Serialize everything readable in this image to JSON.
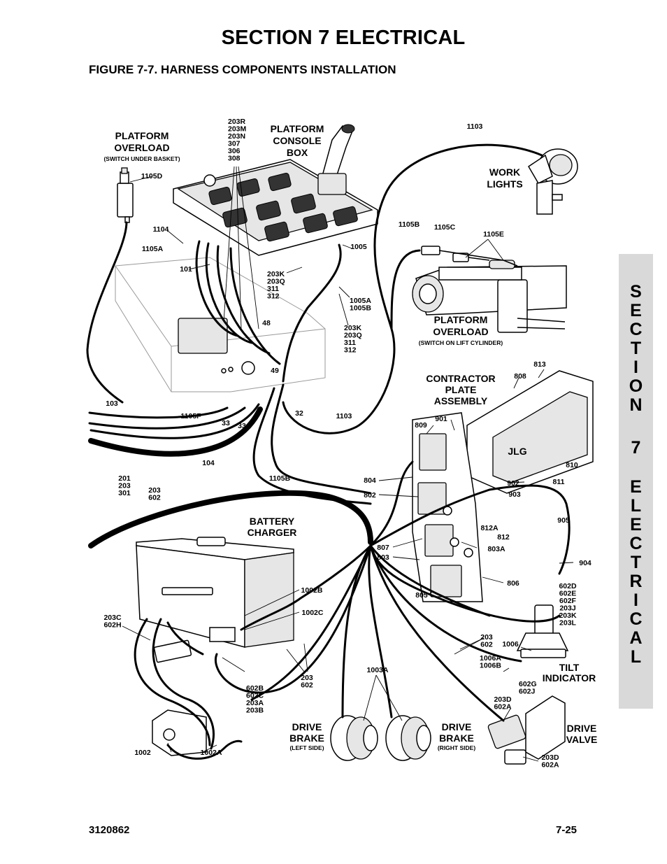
{
  "header": {
    "section_title": "SECTION 7  ELECTRICAL",
    "figure_title": "FIGURE 7-7.    HARNESS COMPONENTS INSTALLATION"
  },
  "side_tab": {
    "letters": [
      "S",
      "E",
      "C",
      "T",
      "I",
      "O",
      "N",
      "7",
      "E",
      "L",
      "E",
      "C",
      "T",
      "R",
      "I",
      "C",
      "A",
      "L"
    ]
  },
  "footer": {
    "doc_number": "3120862",
    "page_number": "7-25"
  },
  "callouts": {
    "platform_overload_top": [
      "PLATFORM",
      "OVERLOAD"
    ],
    "platform_overload_top_note": "(SWITCH UNDER BASKET)",
    "platform_console_box": [
      "PLATFORM",
      "CONSOLE",
      "BOX"
    ],
    "console_wire_stack": [
      "203R",
      "203M",
      "203N",
      "307",
      "306",
      "308"
    ],
    "work_lights": [
      "WORK",
      "LIGHTS"
    ],
    "platform_overload_cyl": [
      "PLATFORM",
      "OVERLOAD"
    ],
    "platform_overload_cyl_note": "(SWITCH ON LIFT CYLINDER)",
    "contractor_plate_assembly": [
      "CONTRACTOR",
      "PLATE",
      "ASSEMBLY"
    ],
    "battery_charger": [
      "BATTERY",
      "CHARGER"
    ],
    "tilt_indicator": [
      "TILT",
      "INDICATOR"
    ],
    "drive_brake_left": [
      "DRIVE",
      "BRAKE"
    ],
    "drive_brake_left_note": "(LEFT SIDE)",
    "drive_brake_right": [
      "DRIVE",
      "BRAKE"
    ],
    "drive_brake_right_note": "(RIGHT SIDE)",
    "drive_valve": [
      "DRIVE",
      "VALVE"
    ],
    "stack_203k_a": [
      "203K",
      "203Q",
      "311",
      "312"
    ],
    "stack_1005": [
      "1005A",
      "1005B"
    ],
    "stack_203k_b": [
      "203K",
      "203Q",
      "311",
      "312"
    ],
    "stack_201": [
      "201",
      "203",
      "301"
    ],
    "stack_203_602": [
      "203",
      "602"
    ],
    "stack_203c": [
      "203C",
      "602H"
    ],
    "stack_602b": [
      "602B",
      "602C",
      "203A",
      "203B"
    ],
    "stack_203_602_low": [
      "203",
      "602"
    ],
    "stack_203_602_right": [
      "203",
      "602"
    ],
    "stack_1006": [
      "1006A",
      "1006B"
    ],
    "stack_602g": [
      "602G",
      "602J"
    ],
    "stack_602d": [
      "602D",
      "602E",
      "602F",
      "203J",
      "203K",
      "203L"
    ],
    "stack_203d_top": [
      "203D",
      "602A"
    ],
    "stack_203d_bottom": [
      "203D",
      "602A"
    ],
    "logo": "JLG",
    "labels": {
      "l_1105d": "1105D",
      "l_1104": "1104",
      "l_1105a": "1105A",
      "l_101": "101",
      "l_1103_top": "1103",
      "l_1105b_top": "1105B",
      "l_1105c": "1105C",
      "l_1105e": "1105E",
      "l_1005": "1005",
      "l_48": "48",
      "l_49": "49",
      "l_103": "103",
      "l_1105f": "1105F",
      "l_33a": "33",
      "l_33b": "33",
      "l_32": "32",
      "l_1103_mid": "1103",
      "l_104": "104",
      "l_1105b_bot": "1105B",
      "l_808": "808",
      "l_813": "813",
      "l_809": "809",
      "l_901": "901",
      "l_810": "810",
      "l_804": "804",
      "l_902": "902",
      "l_811": "811",
      "l_802": "802",
      "l_903": "903",
      "l_812a": "812A",
      "l_905": "905",
      "l_812": "812",
      "l_807": "807",
      "l_803a": "803A",
      "l_803": "803",
      "l_904": "904",
      "l_806": "806",
      "l_805": "805",
      "l_1002b": "1002B",
      "l_1002c": "1002C",
      "l_1006": "1006",
      "l_1003a": "1003A",
      "l_1002": "1002",
      "l_1002a": "1002A"
    }
  }
}
